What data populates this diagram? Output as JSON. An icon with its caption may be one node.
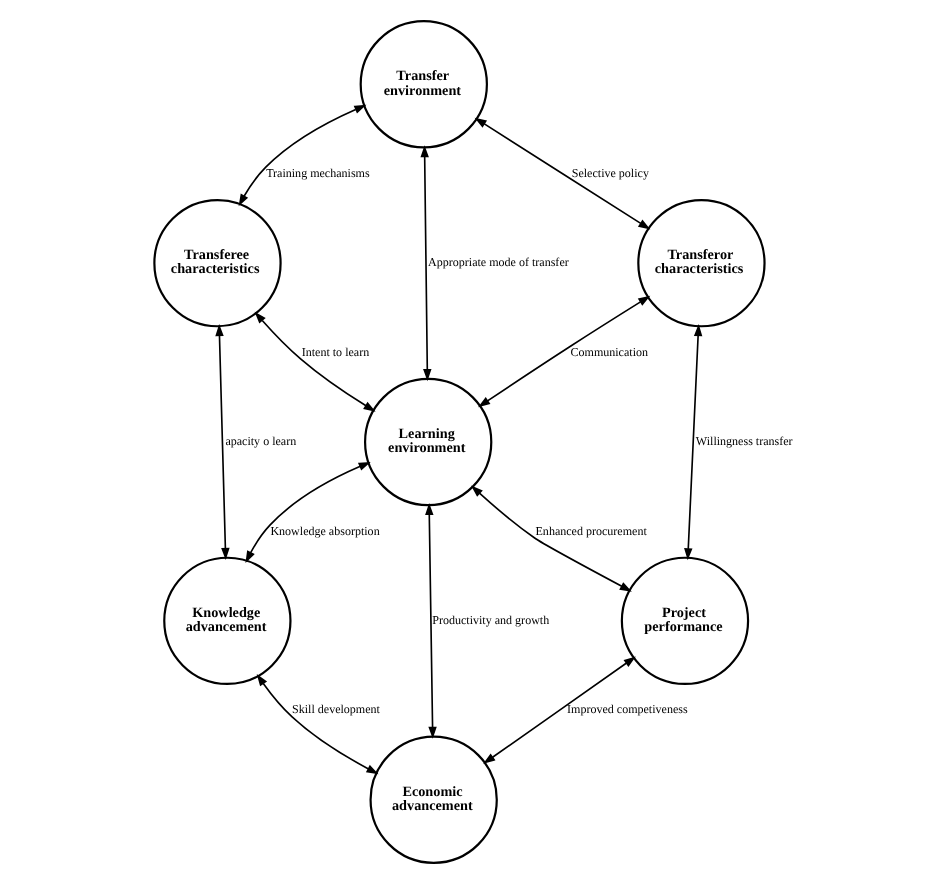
{
  "diagram": {
    "nodes": [
      {
        "text": [
          "Transfer environment"
        ]
      },
      {
        "text": [
          "Transferee characteristics"
        ]
      },
      {
        "text": [
          "Transferor characteristics"
        ]
      },
      {
        "text": [
          "Learning environment"
        ]
      },
      {
        "text": [
          "Knowledge advancement"
        ]
      },
      {
        "text": [
          "Project performance"
        ]
      },
      {
        "text": [
          "Economic advancement"
        ]
      }
    ],
    "edges": [
      {
        "from": 0,
        "to": 1,
        "arrow": "both",
        "label": "Training mechanisms"
      },
      {
        "from": 0,
        "to": 2,
        "arrow": "both",
        "label": "Selective policy"
      },
      {
        "from": 0,
        "to": 3,
        "arrow": "both",
        "label": "Appropriate mode of transfer"
      },
      {
        "from": 1,
        "to": 3,
        "arrow": "both",
        "label": "Intent to learn"
      },
      {
        "from": 3,
        "to": 2,
        "arrow": "both",
        "label": "Communication"
      },
      {
        "from": 2,
        "to": 5,
        "arrow": "both",
        "label": "Willingness transfer"
      },
      {
        "from": 1,
        "to": 4,
        "arrow": "both",
        "label": "apacity o learn"
      },
      {
        "from": 4,
        "to": 3,
        "arrow": "both",
        "label": "Knowledge absorption"
      },
      {
        "from": 3,
        "to": 5,
        "arrow": "both",
        "label": "Enhanced procurement"
      },
      {
        "from": 3,
        "to": 6,
        "arrow": "both",
        "label": "Productivity and growth"
      },
      {
        "from": 4,
        "to": 6,
        "arrow": "both",
        "label": "Skill development"
      },
      {
        "from": 6,
        "to": 5,
        "arrow": "both",
        "label": "Improved competiveness"
      }
    ]
  }
}
